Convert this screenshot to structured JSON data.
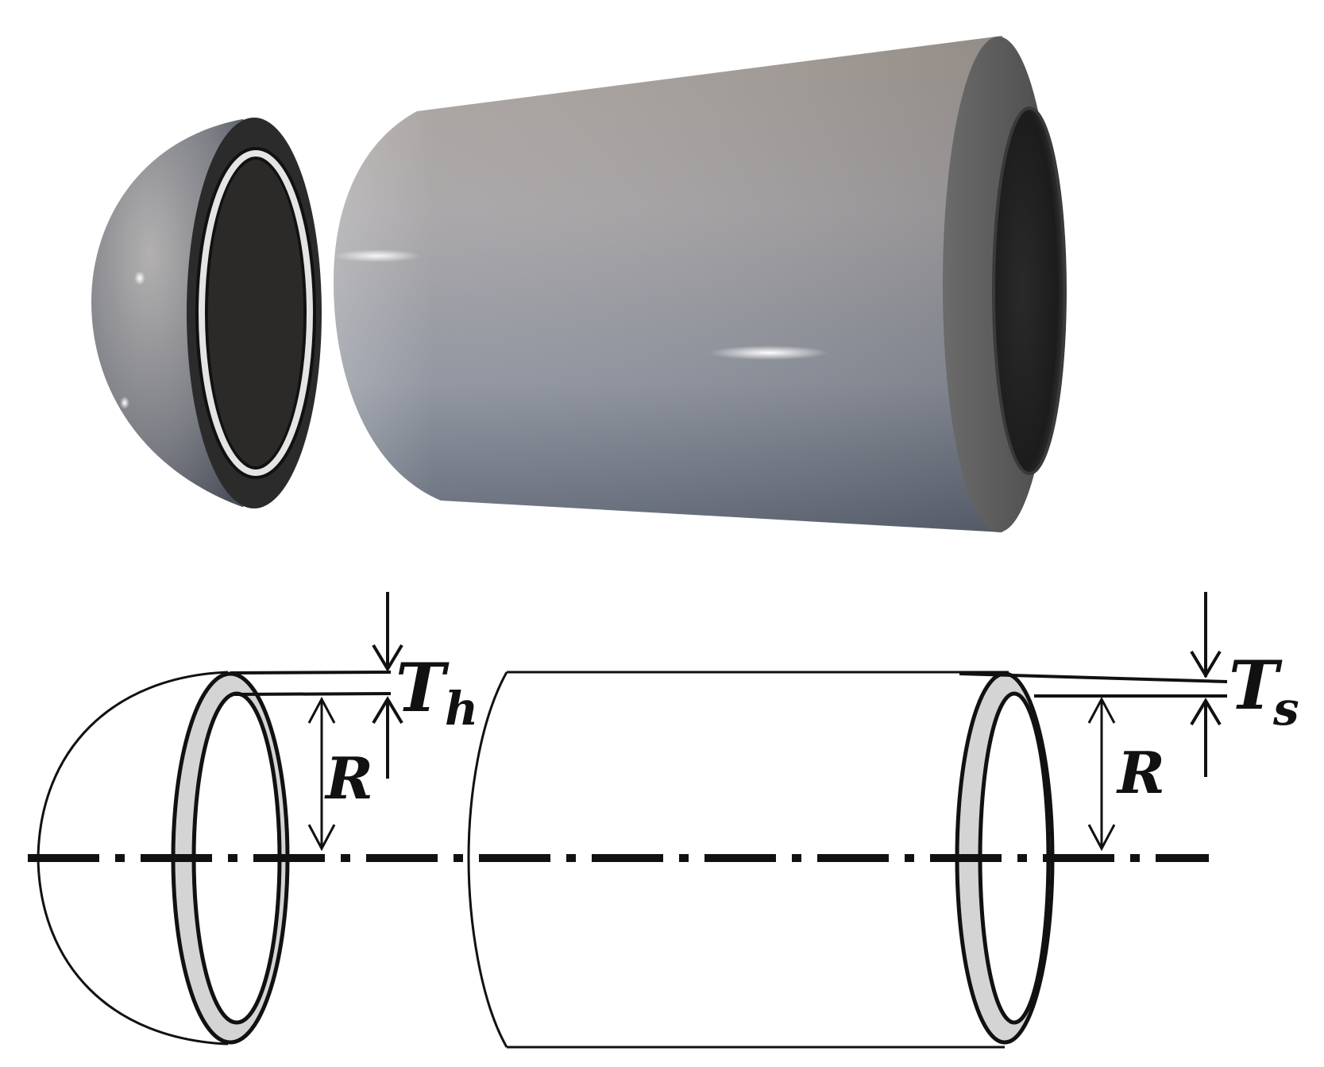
{
  "labels": {
    "head_thickness_symbol": "T",
    "head_thickness_subscript": "h",
    "shell_thickness_symbol": "T",
    "shell_thickness_subscript": "s",
    "head_radius": "R",
    "shell_radius": "R"
  },
  "colors": {
    "render_shell_light": "#b9b2ab",
    "render_shell_dark": "#5f6673",
    "render_head_rim": "#2a2a2a",
    "drawing_ring_fill": "#d4d4d4",
    "line": "#111111"
  }
}
